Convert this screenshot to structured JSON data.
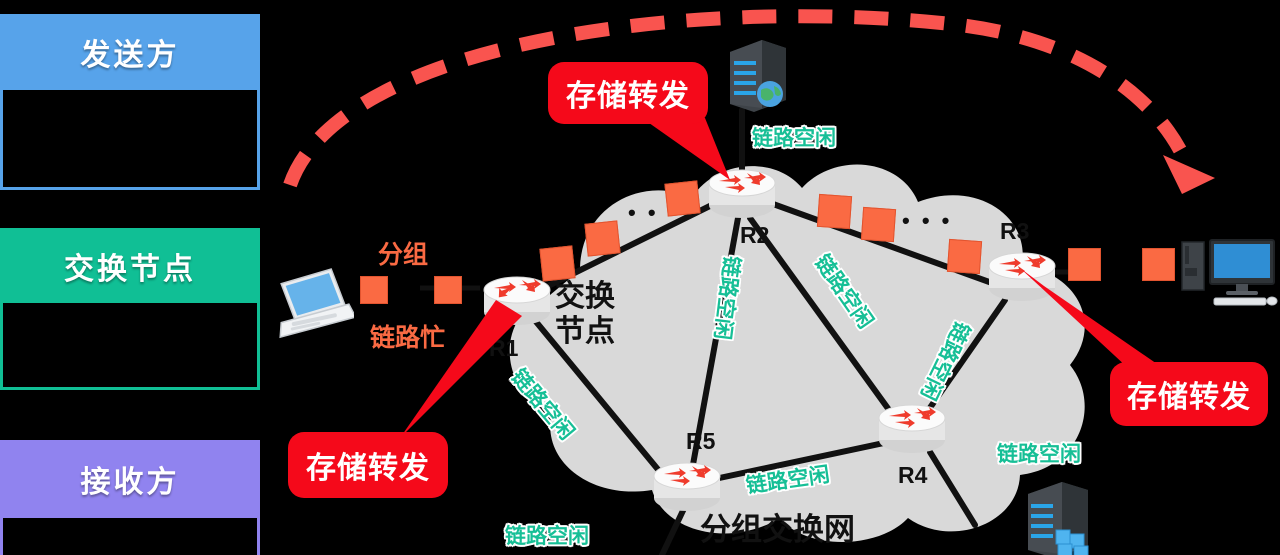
{
  "legend_panels": [
    {
      "title": "发送方",
      "color": "#57a3ea",
      "name": "sender"
    },
    {
      "title": "交换节点",
      "color": "#10bf95",
      "name": "switch-node"
    },
    {
      "title": "接收方",
      "color": "#9083ef",
      "name": "receiver"
    }
  ],
  "cloud": {
    "caption": "分组交换网",
    "fill": "#d9d9d9"
  },
  "routers": [
    {
      "id": "R1",
      "label": "R1"
    },
    {
      "id": "R2",
      "label": "R2"
    },
    {
      "id": "R3",
      "label": "R3"
    },
    {
      "id": "R4",
      "label": "R4"
    },
    {
      "id": "R5",
      "label": "R5"
    }
  ],
  "node_caption": "交换\n节点",
  "node_caption_line1": "交换",
  "node_caption_line2": "节点",
  "labels": {
    "packet": "分组",
    "link_busy": "链路忙",
    "link_idle": "链路空闲",
    "store_forward": "存储转发"
  },
  "link_idle_labels": [
    {
      "pos": "r2-top",
      "text": "链路空闲"
    },
    {
      "pos": "r1-r5",
      "text": "链路空闲"
    },
    {
      "pos": "r2-r5",
      "text": "链路空闲"
    },
    {
      "pos": "r2-r4",
      "text": "链路空闲"
    },
    {
      "pos": "r3-r4",
      "text": "链路空闲"
    },
    {
      "pos": "r5-r4",
      "text": "链路空闲"
    },
    {
      "pos": "r4-right",
      "text": "链路空闲"
    },
    {
      "pos": "bottom-left",
      "text": "链路空闲"
    }
  ],
  "callouts": [
    {
      "pos": "top-center",
      "text": "存储转发"
    },
    {
      "pos": "bottom-left",
      "text": "存储转发"
    },
    {
      "pos": "right",
      "text": "存储转发"
    }
  ],
  "dots_marker": "• • •",
  "colors": {
    "packet_orange": "#fa6a43",
    "link_idle_green": "#16bf96",
    "callout_red": "#f5091a",
    "arc_red": "#f9544f",
    "cloud_gray": "#d9d9d9",
    "sender_blue": "#57a3ea",
    "switch_green": "#10bf95",
    "receiver_purple": "#9083ef",
    "background": "#000000"
  },
  "icons": {
    "laptop": "laptop-icon",
    "desktop_pc": "desktop-pc-icon",
    "server_globe": "server-globe-icon",
    "server_db": "server-database-icon",
    "router": "router-icon",
    "arc_arrow": "dashed-arc-arrow"
  }
}
